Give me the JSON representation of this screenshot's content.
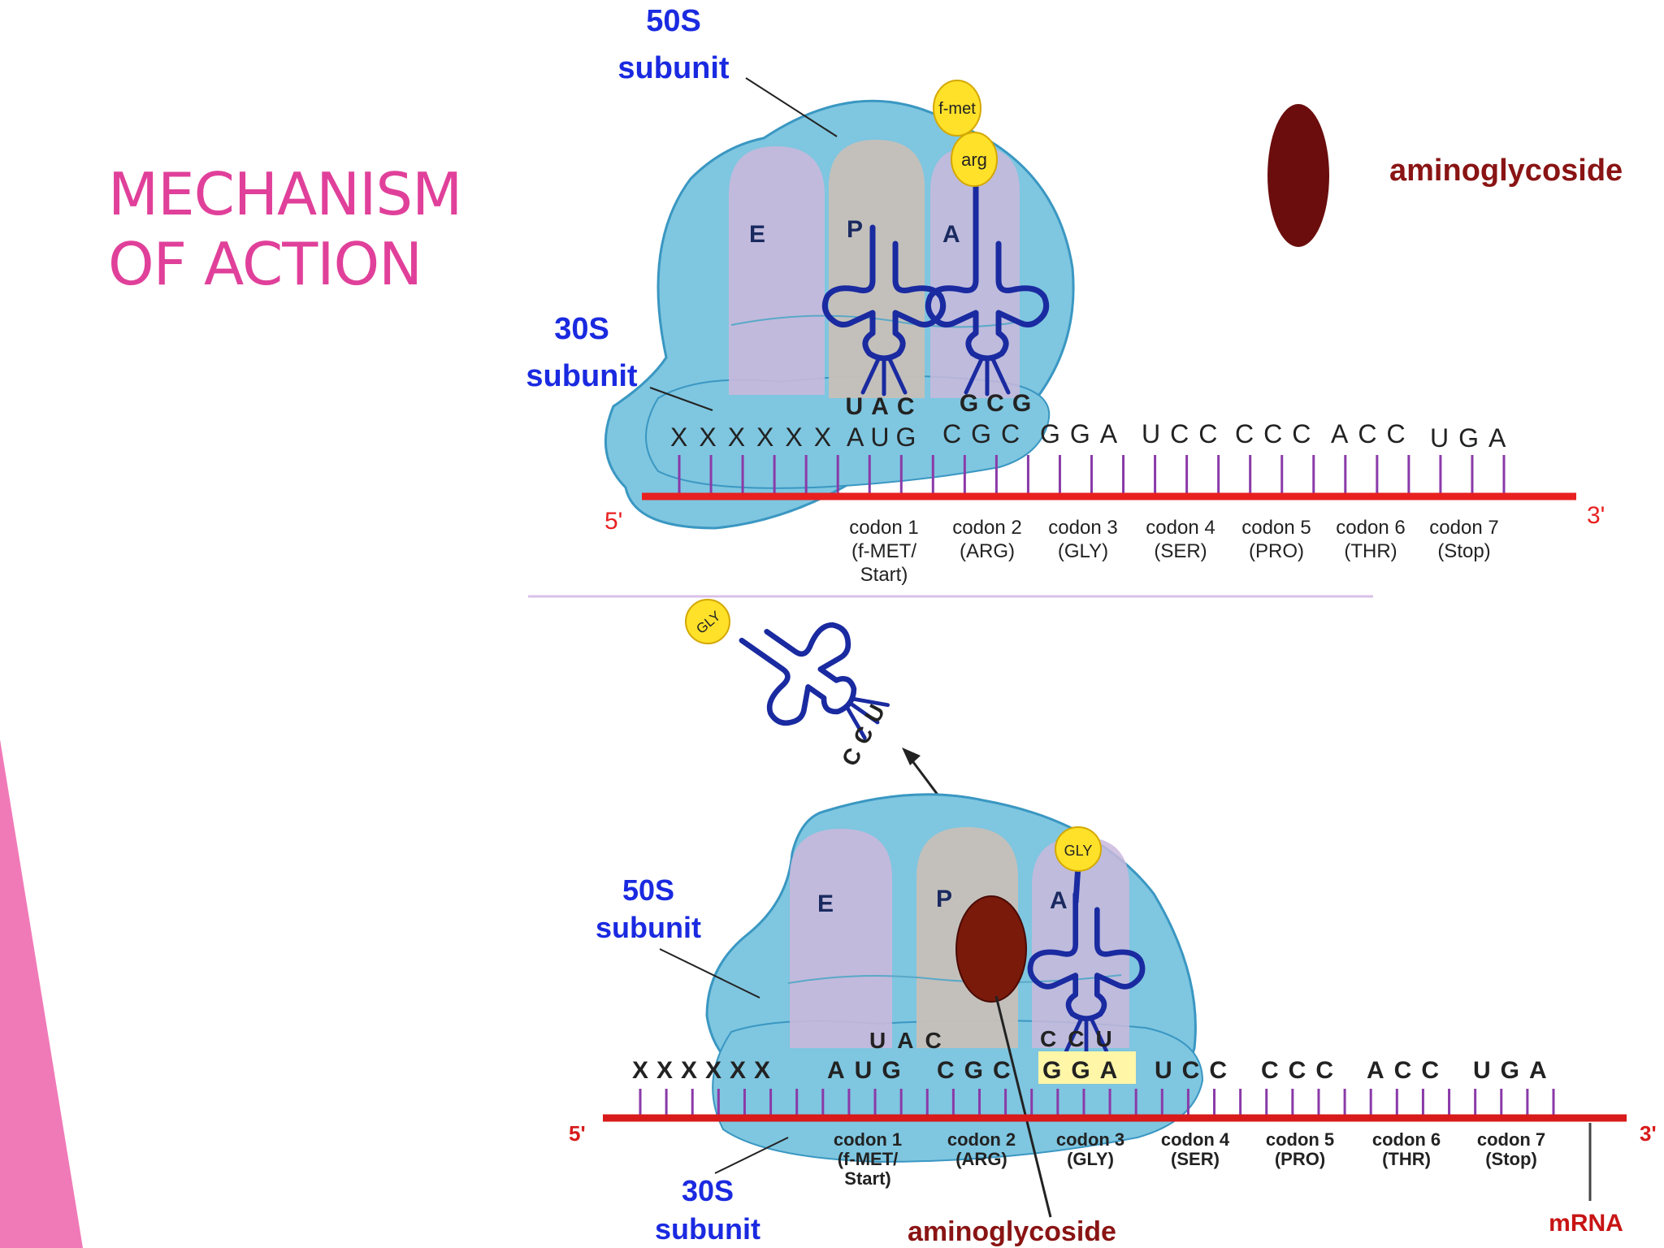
{
  "slide": {
    "title_line1": "MECHANISM",
    "title_line2": "OF ACTION",
    "accent_color": "#f07ab8",
    "title_color": "#e0409a"
  },
  "top_diagram": {
    "label_50s": [
      "50S",
      "subunit"
    ],
    "label_30s": [
      "30S",
      "subunit"
    ],
    "sites": [
      "E",
      "P",
      "A"
    ],
    "trna_p_aa": "f-met",
    "trna_a_aa": "arg",
    "anticodons": [
      "UAC",
      "GCG"
    ],
    "mrna_codons": [
      "XXXXXX",
      "AUG",
      "CGC",
      "GGA",
      "UCC",
      "CCC",
      "ACC",
      "UGA"
    ],
    "end_5": "5'",
    "end_3": "3'",
    "codon_labels": [
      [
        "codon 1",
        "(f-MET/",
        "Start)"
      ],
      [
        "codon 2",
        "(ARG)"
      ],
      [
        "codon 3",
        "(GLY)"
      ],
      [
        "codon 4",
        "(SER)"
      ],
      [
        "codon 5",
        "(PRO)"
      ],
      [
        "codon 6",
        "(THR)"
      ],
      [
        "codon 7",
        "(Stop)"
      ]
    ],
    "legend_label": "aminoglycoside"
  },
  "bottom_diagram": {
    "label_50s": [
      "50S",
      "subunit"
    ],
    "label_30s": [
      "30S",
      "subunit"
    ],
    "sites": [
      "E",
      "P",
      "A"
    ],
    "free_trna_aa": "GLY",
    "free_trna_end": "CCU",
    "trna_a_aa": "GLY",
    "anticodons": [
      "UAC",
      "CCU"
    ],
    "mrna_codons": [
      "XXXXXX",
      "AUG",
      "CGC",
      "GGA",
      "UCC",
      "CCC",
      "ACC",
      "UGA"
    ],
    "end_5": "5'",
    "end_3": "3'",
    "codon_labels": [
      [
        "codon 1",
        "(f-MET/",
        "Start)"
      ],
      [
        "codon 2",
        "(ARG)"
      ],
      [
        "codon 3",
        "(GLY)"
      ],
      [
        "codon 4",
        "(SER)"
      ],
      [
        "codon 5",
        "(PRO)"
      ],
      [
        "codon 6",
        "(THR)"
      ],
      [
        "codon 7",
        "(Stop)"
      ]
    ],
    "drug_label": "aminoglycoside",
    "mrna_label": "mRNA"
  },
  "colors": {
    "ribosome": "#7fc6e0",
    "ribosome_stroke": "#3a97c2",
    "site_e": "#c9b8dc",
    "site_p": "#c7c0b8",
    "trna": "#1a2aa0",
    "mrna": "#e82020",
    "ticks": "#8a3aa8",
    "label_blue": "#1a2ae0",
    "drug": "#6b0d0d",
    "amino": "#ffe12a",
    "highlight": "#fff6a8"
  }
}
